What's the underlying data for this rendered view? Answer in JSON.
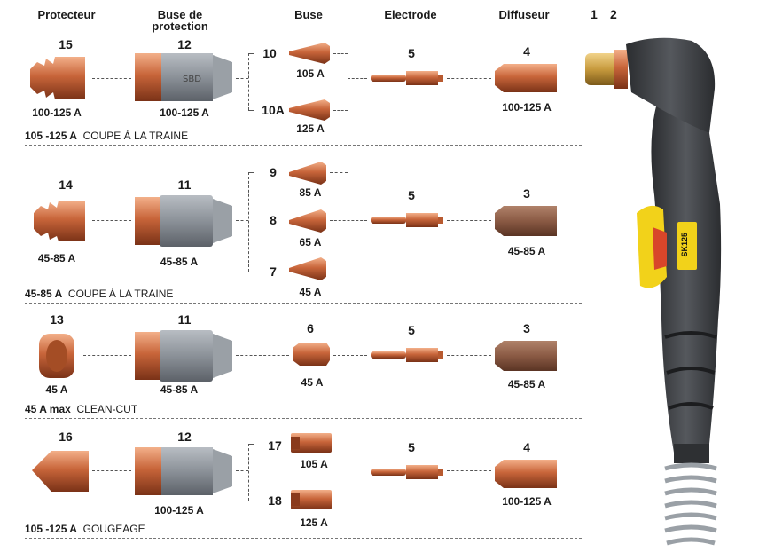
{
  "headers": {
    "protecteur": "Protecteur",
    "buse_de_protection": "Buse de\nprotection",
    "buse": "Buse",
    "electrode": "Electrode",
    "diffuseur": "Diffuseur"
  },
  "torch": {
    "label_1": "1",
    "label_2": "2",
    "model": "SK125"
  },
  "rows": [
    {
      "protecteur": {
        "num": "15",
        "amp": "100-125 A"
      },
      "buse_prot": {
        "num": "12",
        "amp": "100-125 A"
      },
      "buses": [
        {
          "num": "10",
          "amp": "105 A"
        },
        {
          "num": "10A",
          "amp": "125 A"
        }
      ],
      "electrode": {
        "num": "5"
      },
      "diffuseur": {
        "num": "4",
        "amp": "100-125 A"
      },
      "label_bold": "105 -125 A",
      "label_text": "COUPE À LA TRAINE"
    },
    {
      "protecteur": {
        "num": "14",
        "amp": "45-85 A"
      },
      "buse_prot": {
        "num": "11",
        "amp": "45-85 A"
      },
      "buses": [
        {
          "num": "9",
          "amp": "85 A"
        },
        {
          "num": "8",
          "amp": "65 A"
        },
        {
          "num": "7",
          "amp": "45 A"
        }
      ],
      "electrode": {
        "num": "5"
      },
      "diffuseur": {
        "num": "3",
        "amp": "45-85 A"
      },
      "label_bold": "45-85 A",
      "label_text": "COUPE À LA TRAINE"
    },
    {
      "protecteur": {
        "num": "13",
        "amp": "45 A"
      },
      "buse_prot": {
        "num": "11",
        "amp": "45-85 A"
      },
      "buses": [
        {
          "num": "6",
          "amp": "45 A"
        }
      ],
      "electrode": {
        "num": "5"
      },
      "diffuseur": {
        "num": "3",
        "amp": "45-85 A"
      },
      "label_bold": "45 A max",
      "label_text": "CLEAN-CUT"
    },
    {
      "protecteur": {
        "num": "16",
        "amp": ""
      },
      "buse_prot": {
        "num": "12",
        "amp": "100-125 A"
      },
      "buses": [
        {
          "num": "17",
          "amp": "105 A"
        },
        {
          "num": "18",
          "amp": "125 A"
        }
      ],
      "electrode": {
        "num": "5"
      },
      "diffuseur": {
        "num": "4",
        "amp": "100-125 A"
      },
      "label_bold": "105 -125 A",
      "label_text": "GOUGEAGE"
    }
  ],
  "colors": {
    "copper": "#c8653a",
    "copper_dark": "#8a3a1c",
    "copper_light": "#f0a277",
    "grey_body": "#8b9198",
    "torch_body": "#3b3d40",
    "torch_yellow": "#f2d21a",
    "torch_red": "#d8462a"
  }
}
